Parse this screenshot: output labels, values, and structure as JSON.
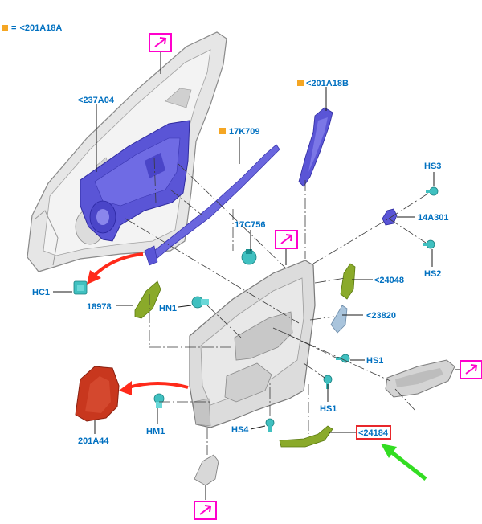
{
  "legend": {
    "code": "<201A18A",
    "separator": "="
  },
  "colors": {
    "label": "#0070c0",
    "highlight": "#ff00cc",
    "callout_box": "#e8272b",
    "arrow_red": "#ff2a1a",
    "arrow_green": "#33dd22",
    "marker": "#f5a623",
    "panel_blue": "#5a55d6",
    "clip_cyan": "#40c0c0",
    "trim_olive": "#8aaa2a",
    "pad_red": "#c8371e"
  },
  "labels": {
    "l237A04": "<237A04",
    "l201A18B": "<201A18B",
    "l17K709": "17K709",
    "l17C756": "17C756",
    "lHS3": "HS3",
    "l14A301": "14A301",
    "lHS2": "HS2",
    "lHC1": "HC1",
    "l18978": "18978",
    "lHN1": "HN1",
    "l24048": "<24048",
    "l23820": "<23820",
    "lHS1a": "HS1",
    "lHS1b": "HS1",
    "l201A44": "201A44",
    "lHM1": "HM1",
    "lHS4": "HS4",
    "l24184": "<24184"
  },
  "icons": {
    "link": "external-link-icon",
    "marker": "orange-square-marker"
  }
}
